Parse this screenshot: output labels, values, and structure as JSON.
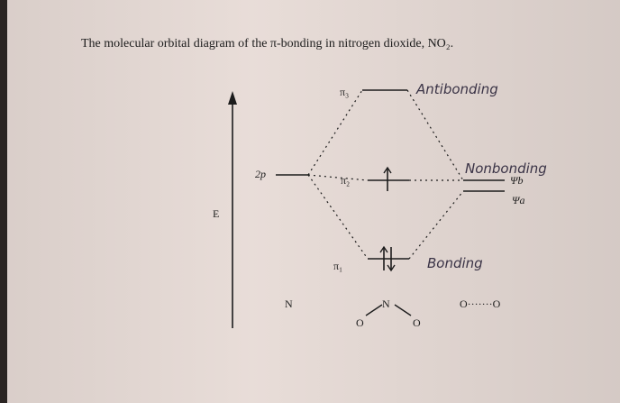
{
  "title": "The molecular orbital diagram of the π-bonding in nitrogen dioxide, NO₂.",
  "axis_label": "E",
  "atom_left": {
    "level_label": "2p",
    "name": "N"
  },
  "orbitals": {
    "pi3": {
      "label": "π₃",
      "note": "Antibonding"
    },
    "pi2": {
      "label": "π₂"
    },
    "pi1": {
      "label": "π₁",
      "note": "Bonding"
    }
  },
  "right_group": {
    "psi_b": "Ψb",
    "psi_a": "Ψa",
    "note": "Nonbonding",
    "name": "O·······O"
  },
  "molecule": {
    "n": "N",
    "o_left": "O",
    "o_right": "O"
  },
  "colors": {
    "ink": "#1c1c1c",
    "handwriting": "#3a3346",
    "paper": "#e7dbd6"
  }
}
